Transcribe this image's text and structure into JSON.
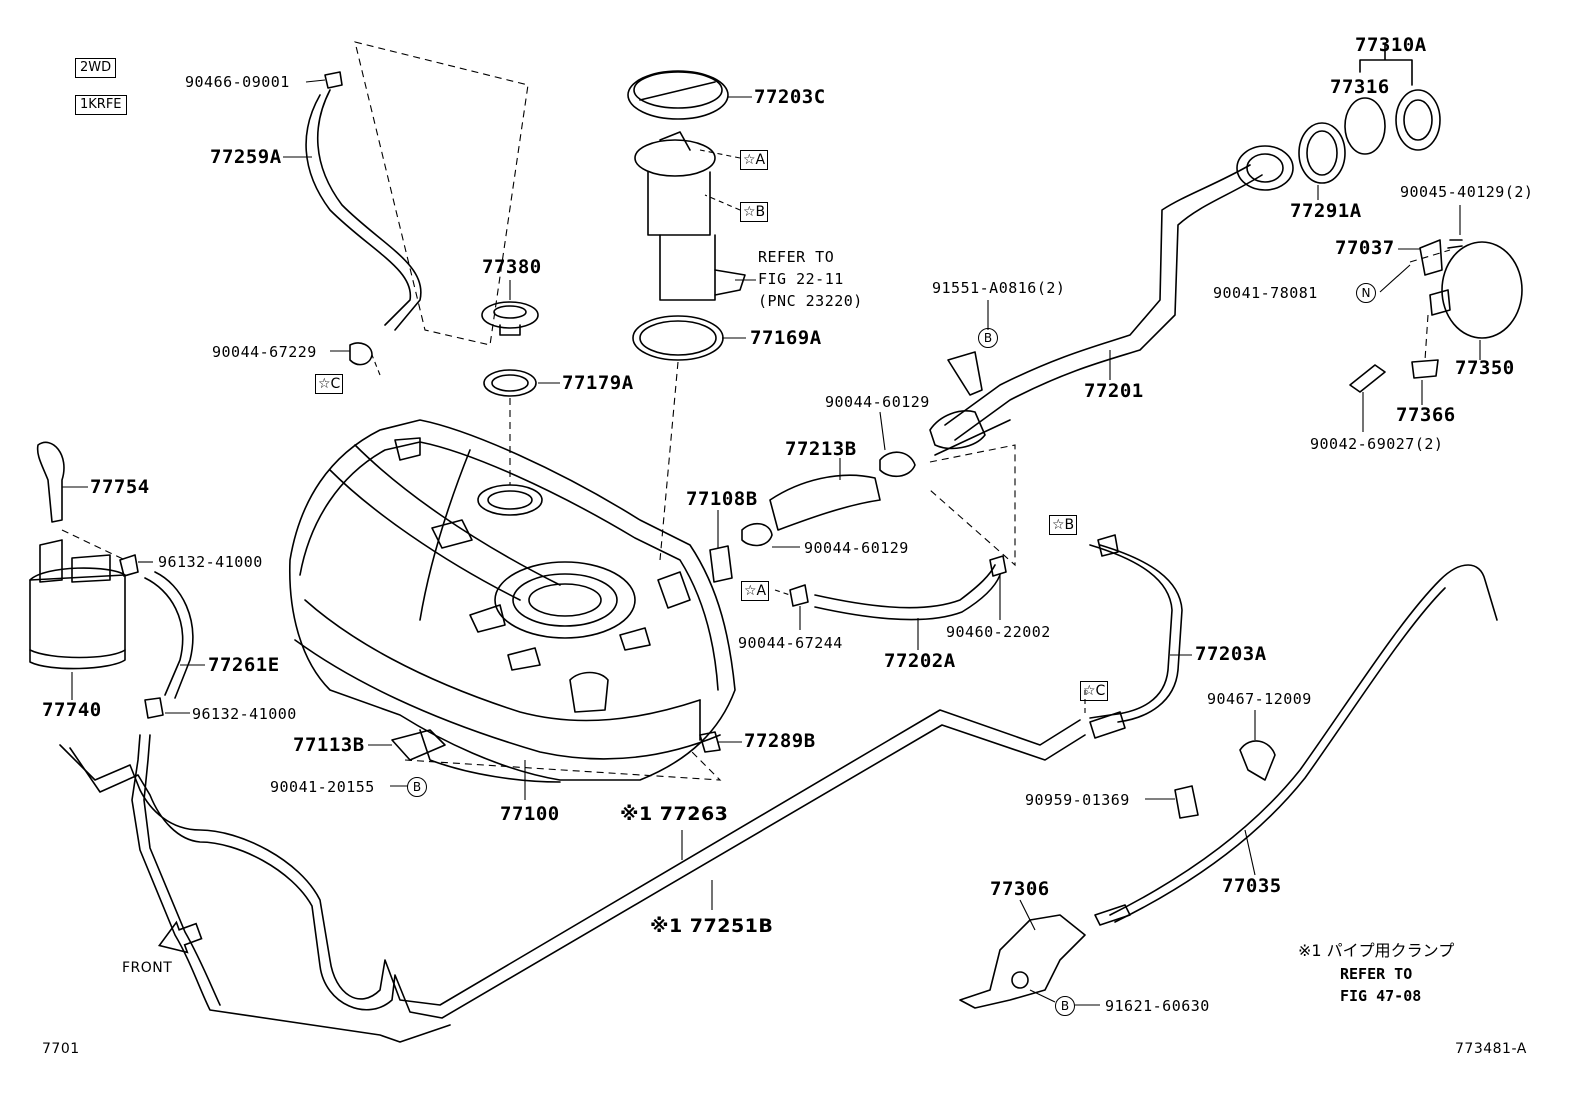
{
  "badges": {
    "drive": "2WD",
    "engine": "1KRFE"
  },
  "front_label": "FRONT",
  "figure_id": "7701",
  "illustration_id": "773481-A",
  "refer_pump": [
    "REFER TO",
    "FIG 22-11",
    "(PNC 23220)"
  ],
  "note": {
    "line1": "※1 パイプ用クランプ",
    "line2": "REFER TO",
    "line3": "FIG 47-08"
  },
  "refs": {
    "a": "☆A",
    "b": "☆B",
    "c": "☆C",
    "b_circle": "B",
    "n_circle": "N"
  },
  "parts": {
    "p90466": "90466-09001",
    "p77259A": "77259A",
    "p90044_67229": "90044-67229",
    "p77380": "77380",
    "p77179A": "77179A",
    "p77203C": "77203C",
    "p77169A": "77169A",
    "p77754": "77754",
    "p96132a": "96132-41000",
    "p77261E": "77261E",
    "p96132b": "96132-41000",
    "p77740": "77740",
    "p77113B": "77113B",
    "p90041_20155": "90041-20155",
    "p77100": "77100",
    "p77289B": "77289B",
    "p77263": "※1 77263",
    "p77251B": "※1 77251B",
    "p77213B": "77213B",
    "p90044_60129a": "90044-60129",
    "p77108B": "77108B",
    "p90044_60129b": "90044-60129",
    "p90044_67244": "90044-67244",
    "p77202A": "77202A",
    "p90460": "90460-22002",
    "p91551": "91551-A0816(2)",
    "p77201": "77201",
    "p77310A": "77310A",
    "p77316": "77316",
    "p77291A": "77291A",
    "p90045": "90045-40129(2)",
    "p77037": "77037",
    "p90041_78081": "90041-78081",
    "p77350": "77350",
    "p77366": "77366",
    "p90042": "90042-69027(2)",
    "p77203A": "77203A",
    "p90467": "90467-12009",
    "p90959": "90959-01369",
    "p77035": "77035",
    "p77306": "77306",
    "p91621": "91621-60630"
  }
}
